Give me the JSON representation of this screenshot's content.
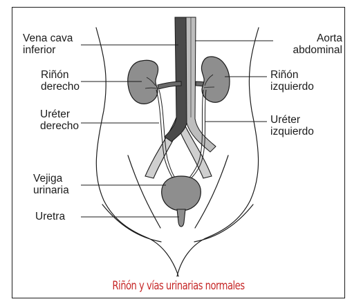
{
  "labels": {
    "vena_cava_line1": "Vena cava",
    "vena_cava_line2": "inferior",
    "aorta_line1": "Aorta",
    "aorta_line2": "abdominal",
    "rinon_der_line1": "Riñón",
    "rinon_der_line2": "derecho",
    "rinon_izq_line1": "Riñón",
    "rinon_izq_line2": "izquierdo",
    "ureter_der_line1": "Uréter",
    "ureter_der_line2": "derecho",
    "ureter_izq_line1": "Uréter",
    "ureter_izq_line2": "izquierdo",
    "vejiga_line1": "Vejiga",
    "vejiga_line2": "urinaria",
    "uretra": "Uretra"
  },
  "caption": "Riñón y vías urinarias normales",
  "colors": {
    "caption": "#c62828",
    "organ_fill": "#8e8e8e",
    "organ_dark": "#4a4a4a",
    "organ_light": "#cfcfcf",
    "outline": "#1a1a1a"
  }
}
